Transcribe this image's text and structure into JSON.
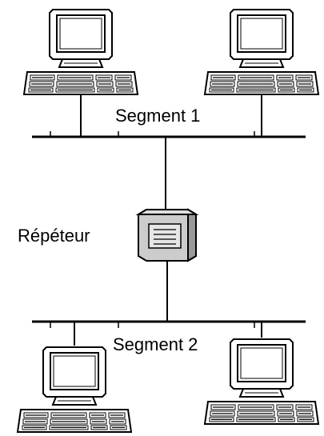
{
  "diagram": {
    "segment1": {
      "label": "Segment 1"
    },
    "segment2": {
      "label": "Segment 2"
    },
    "repeater": {
      "label": "Répéteur",
      "icon": "repeater-box-icon"
    },
    "computers": [
      {
        "icon": "computer-icon",
        "segment": "segment1"
      },
      {
        "icon": "computer-icon",
        "segment": "segment1"
      },
      {
        "icon": "computer-icon",
        "segment": "segment2"
      },
      {
        "icon": "computer-icon",
        "segment": "segment2"
      }
    ],
    "colors": {
      "line": "#000000",
      "monitor": "#ffffff",
      "repeater_fill": "#cccccc",
      "repeater_side": "#999999"
    }
  }
}
